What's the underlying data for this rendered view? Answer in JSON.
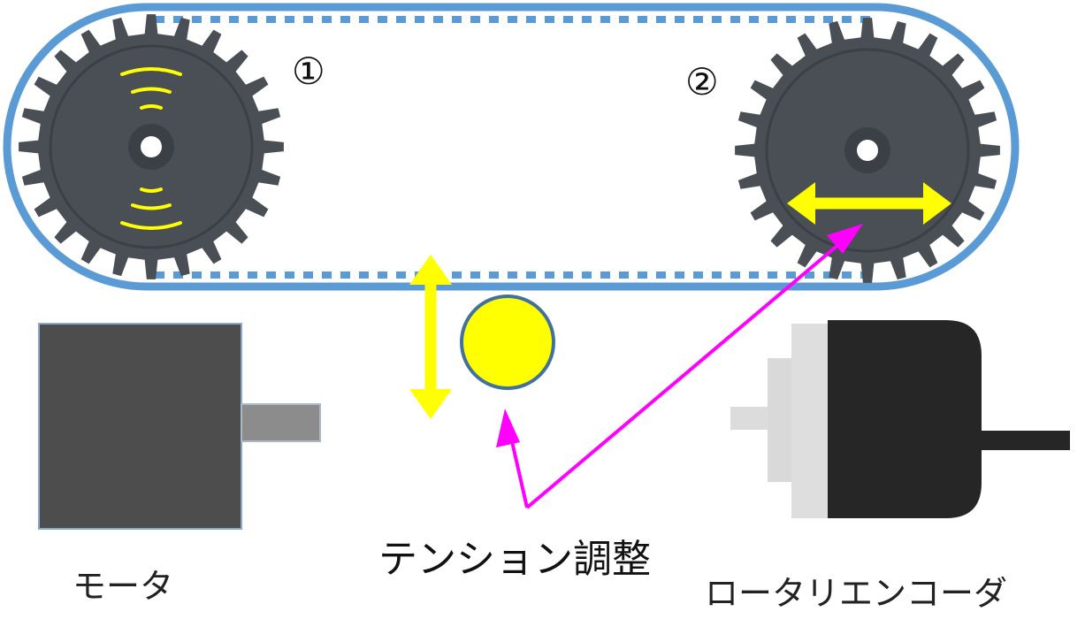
{
  "labels": {
    "pulley_1": "①",
    "pulley_2": "②",
    "tension_adjust": "テンション調整",
    "motor": "モータ",
    "rotary_encoder": "ロータリエンコーダ"
  },
  "colors": {
    "belt": "#5b9bd5",
    "gear": "#4a4f55",
    "gear_rim": "#3b4046",
    "motion_marks": "#ffff00",
    "tension_roller": "#ffff00",
    "tension_roller_edge": "#41719c",
    "pointer_arrow": "#ff00ff",
    "motor_body": "#4d4d4d",
    "motor_shaft": "#8c8c8c",
    "encoder_body": "#262626",
    "encoder_flange": "#d9d9d9"
  },
  "icons": {
    "drive_gear": "gear-icon",
    "driven_gear": "gear-icon",
    "motor": "motor-icon",
    "encoder": "rotary-encoder-icon"
  }
}
